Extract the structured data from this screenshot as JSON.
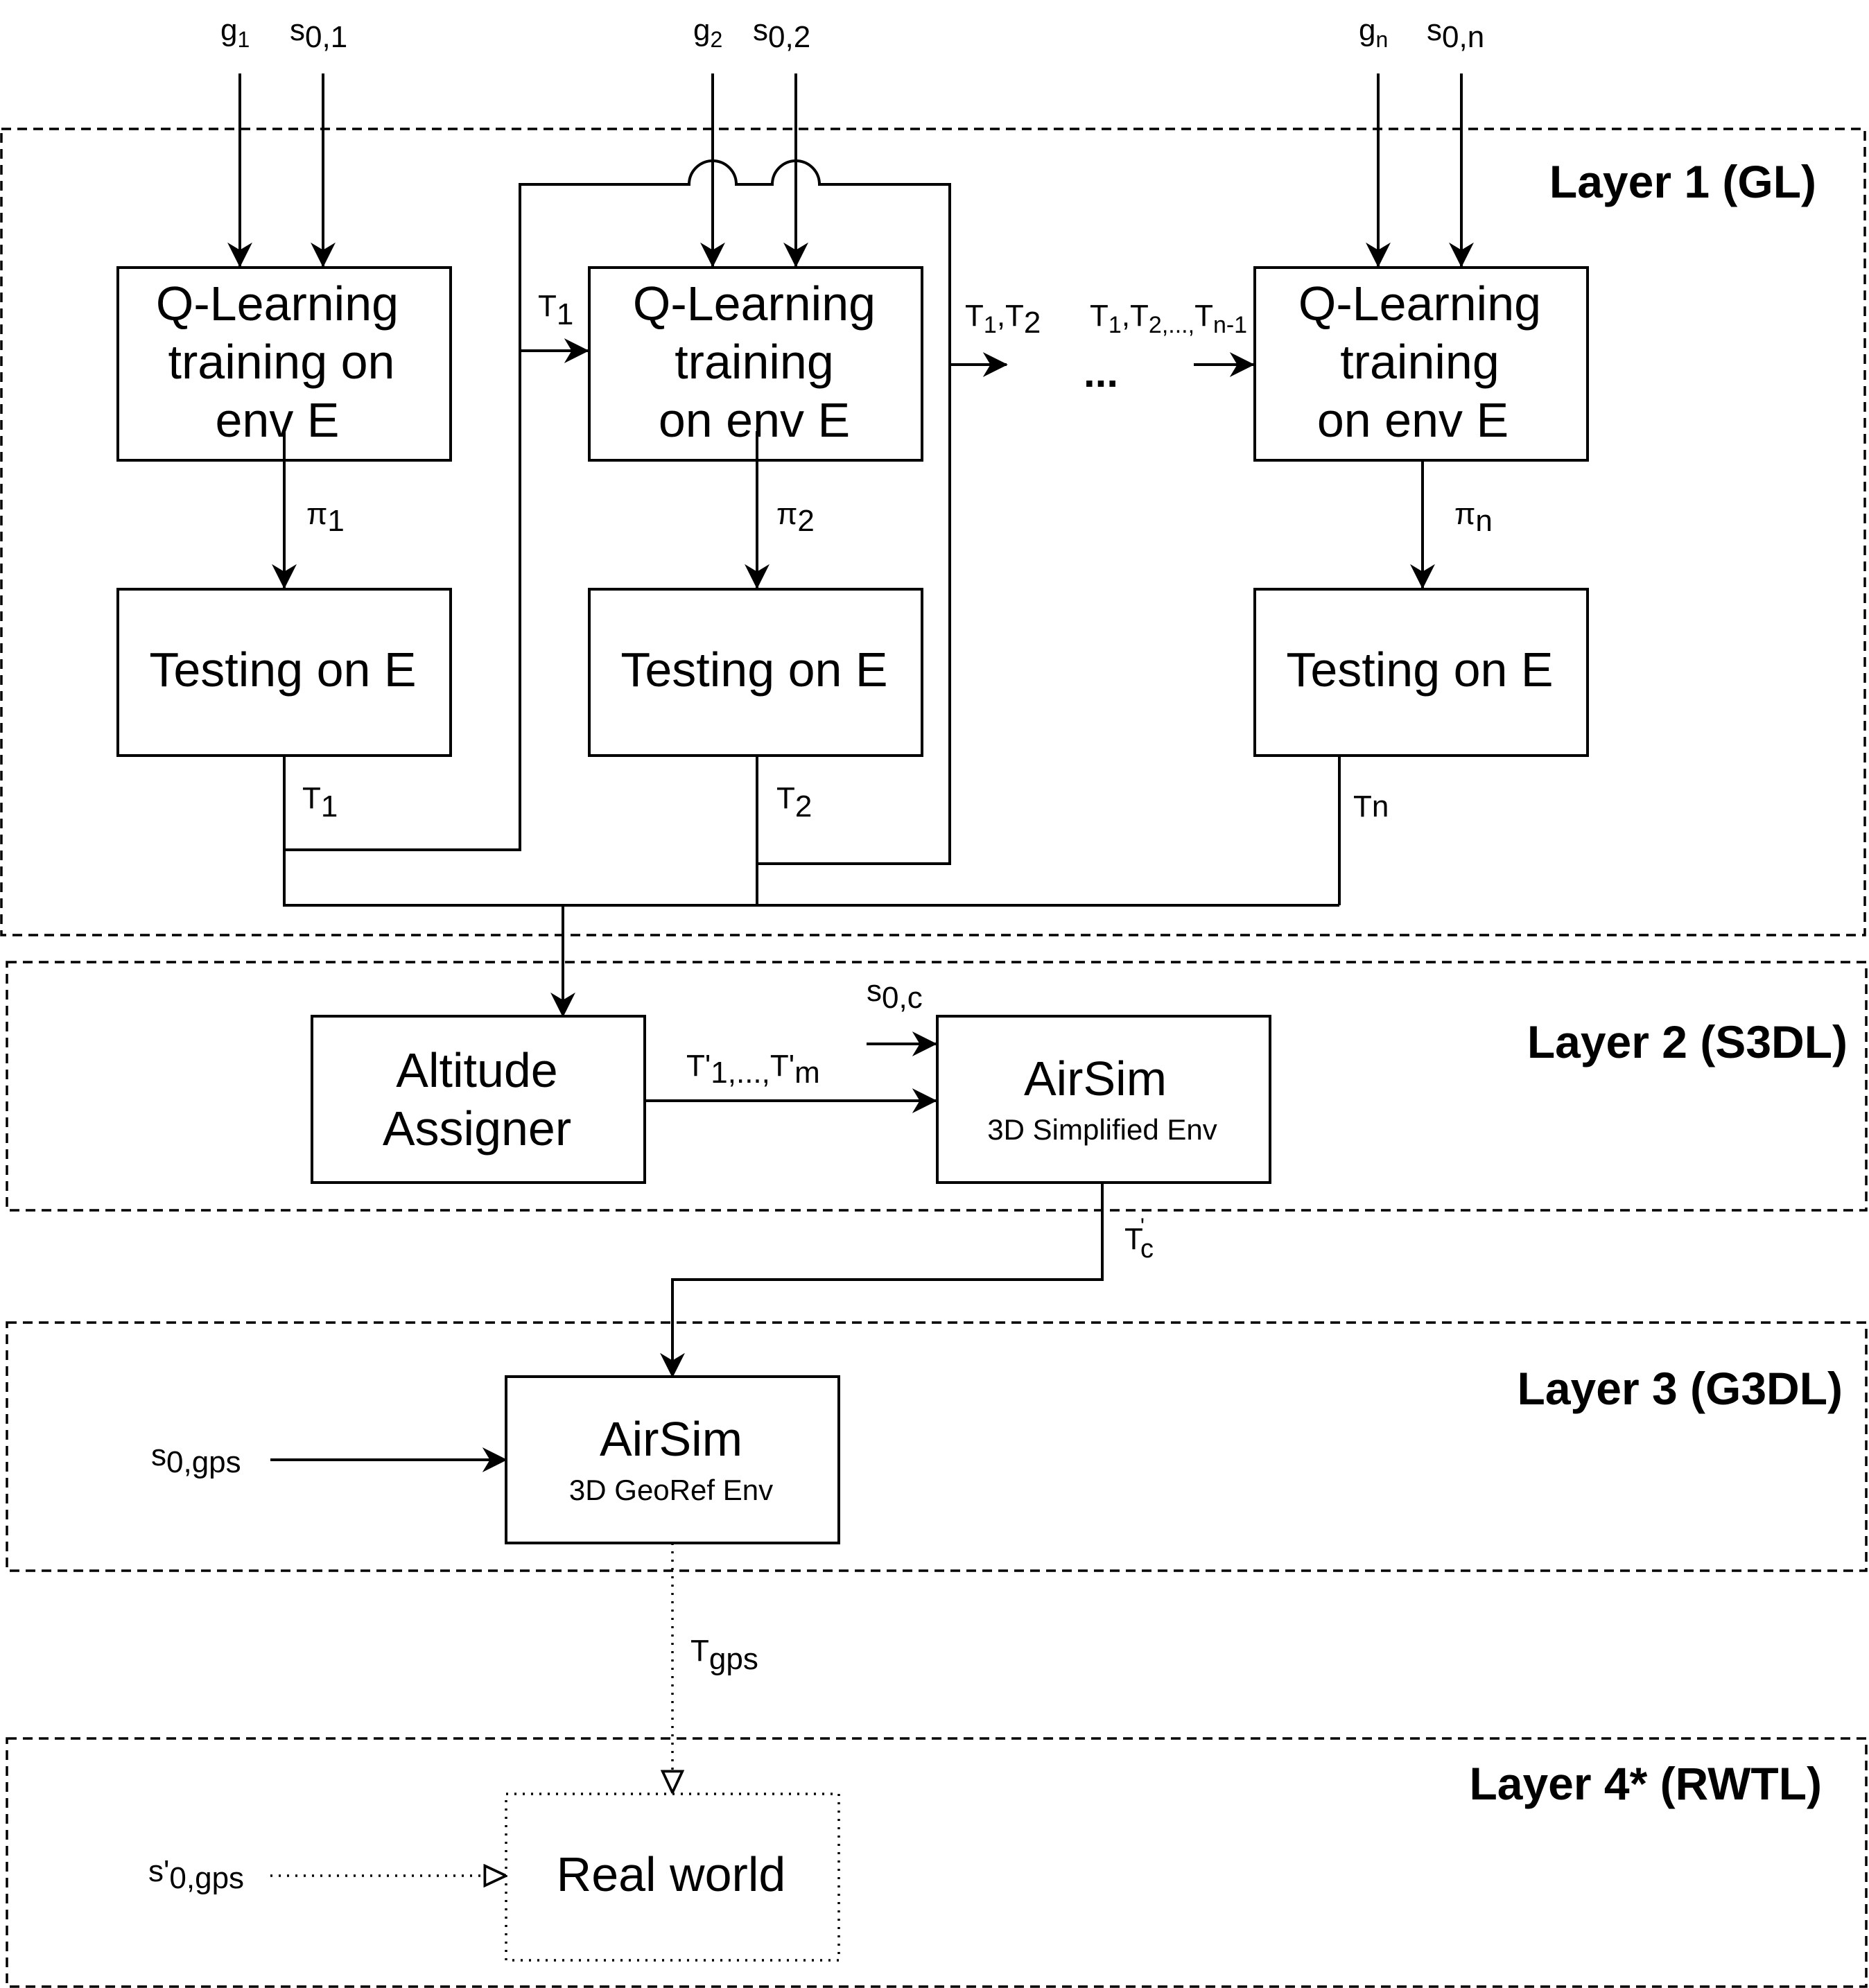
{
  "layers": {
    "l1": "Layer 1 (GL)",
    "l2": "Layer 2 (S3DL)",
    "l3": "Layer 3 (G3DL)",
    "l4": "Layer 4* (RWTL)"
  },
  "inputs": {
    "g1": {
      "base": "g",
      "sub": "1"
    },
    "s01": {
      "base": "s",
      "sub": "0,1"
    },
    "g2": {
      "base": "g",
      "sub": "2"
    },
    "s02": {
      "base": "s",
      "sub": "0,2"
    },
    "gn": {
      "base": "g",
      "sub": "n"
    },
    "s0n": {
      "base": "s",
      "sub": "0,n"
    },
    "s0c": {
      "base": "s",
      "sub": "0,c"
    },
    "s0gps": {
      "base": "s",
      "sub": "0,gps"
    },
    "s0gps_prime": {
      "base": "s'",
      "sub": "0,gps"
    }
  },
  "training_boxes": {
    "b1": [
      "Q-Learning",
      "training on",
      "env E"
    ],
    "b2": [
      "Q-Learning",
      "training",
      "on env E"
    ],
    "bn": [
      "Q-Learning",
      "training",
      "on env E"
    ]
  },
  "testing_label": "Testing on E",
  "policies": {
    "p1": {
      "base": "π",
      "sub": "1"
    },
    "p2": {
      "base": "π",
      "sub": "2"
    },
    "pn": {
      "base": "π",
      "sub": "n"
    }
  },
  "trajectories": {
    "t1_in": {
      "base": "T",
      "sub": "1"
    },
    "t12": {
      "base": "T",
      "sub": "1",
      "mid": ",T",
      "sub2": "2"
    },
    "tn1": {
      "base": "T",
      "sub": "1",
      "mid": ",T",
      "sub2": "2,...,",
      "mid2": "T",
      "sub3": "n-1"
    },
    "ellipsis": "...",
    "t1_out": {
      "base": "T",
      "sub": "1"
    },
    "t2_out": {
      "base": "T",
      "sub": "2"
    },
    "tn_out": "Tn",
    "tprime": {
      "base": "T'",
      "sub": "1,...,",
      "mid": "T'",
      "sub2": "m"
    },
    "tc": {
      "base": "T",
      "sup": "'",
      "sub": "c"
    },
    "tgps": {
      "base": "T",
      "sub": "gps"
    }
  },
  "altitude_box": [
    "Altitude",
    "Assigner"
  ],
  "airsim_simplified": {
    "title": "AirSim",
    "subtitle": "3D Simplified Env"
  },
  "airsim_georef": {
    "title": "AirSim",
    "subtitle": "3D GeoRef Env"
  },
  "real_world": "Real world"
}
